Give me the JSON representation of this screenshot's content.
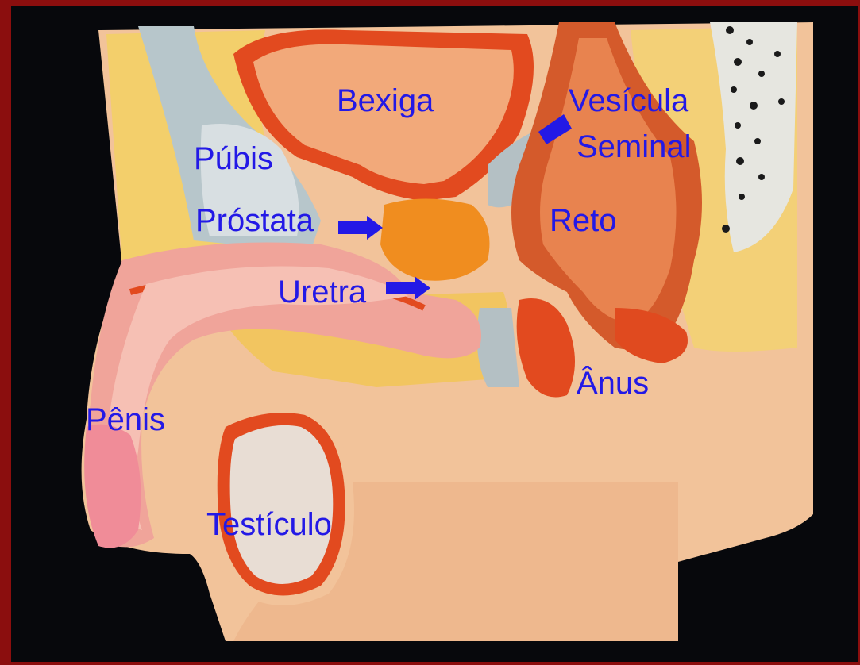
{
  "labels": {
    "bexiga": "Bexiga",
    "vesicula": "Vesícula",
    "seminal": "Seminal",
    "pubis": "Púbis",
    "prostata": "Próstata",
    "reto": "Reto",
    "uretra": "Uretra",
    "anus": "Ânus",
    "penis": "Pênis",
    "testiculo": "Testículo"
  },
  "colors": {
    "frame": "#8b0e0e",
    "background": "#07080c",
    "label": "#2319e6",
    "skin": "#f2c39a",
    "muscle": "#e24a1f",
    "fat": "#f3cf6b",
    "bone": "#b8c8cc"
  }
}
